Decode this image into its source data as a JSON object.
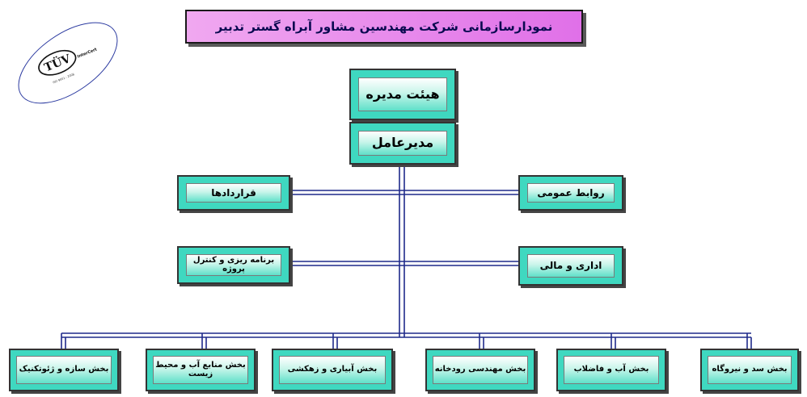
{
  "title": "نمودارسازمانی شرکت مهندسین مشاور آبراه گستر تدبیر",
  "logo": {
    "brand": "TÜV",
    "sub": "InterCert",
    "caption": "ISO 9001 : 2008"
  },
  "nodes": {
    "board": "هیئت مدیره",
    "ceo": "مدیرعامل",
    "contracts": "قراردادها",
    "public_relations": "روابط عمومی",
    "planning_control": "برنامه ریزی و کنترل پروژه",
    "admin_finance": "اداری و مالی"
  },
  "departments": [
    "بخش سازه و ژئوتکنیک",
    "بخش منابع آب و محیط زیست",
    "بخش آبیاری و زهکشی",
    "بخش مهندسی رودخانه",
    "بخش آب و فاضلاب",
    "بخش سد و نیروگاه"
  ],
  "colors": {
    "box_fill": "#3fd8c0",
    "connector": "#1f2a8a",
    "title_fill": "#e070e8"
  }
}
